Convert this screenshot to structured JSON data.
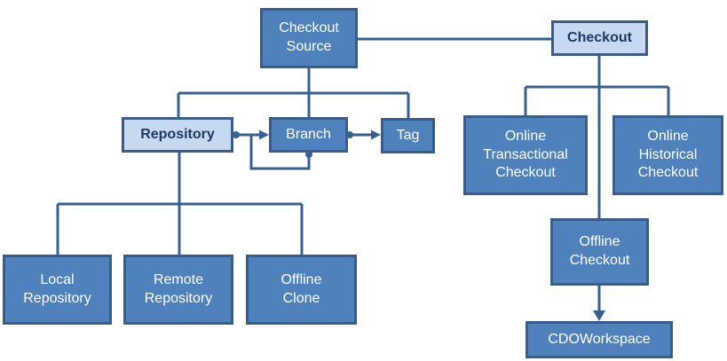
{
  "colors": {
    "node_fill": "#4F81BD",
    "node_border": "#385D8A",
    "highlight_fill": "#C6D9F1",
    "connector": "#376092",
    "text_light": "#FFFFFF",
    "text_dark": "#1F3864"
  },
  "nodes": {
    "checkout_source": {
      "label": "Checkout\nSource"
    },
    "checkout": {
      "label": "Checkout"
    },
    "repository": {
      "label": "Repository"
    },
    "branch": {
      "label": "Branch"
    },
    "tag": {
      "label": "Tag"
    },
    "online_transactional": {
      "label": "Online\nTransactional\nCheckout"
    },
    "online_historical": {
      "label": "Online\nHistorical\nCheckout"
    },
    "local_repository": {
      "label": "Local\nRepository"
    },
    "remote_repository": {
      "label": "Remote\nRepository"
    },
    "offline_clone": {
      "label": "Offline\nClone"
    },
    "offline_checkout": {
      "label": "Offline\nCheckout"
    },
    "cdo_workspace": {
      "label": "CDOWorkspace"
    }
  }
}
